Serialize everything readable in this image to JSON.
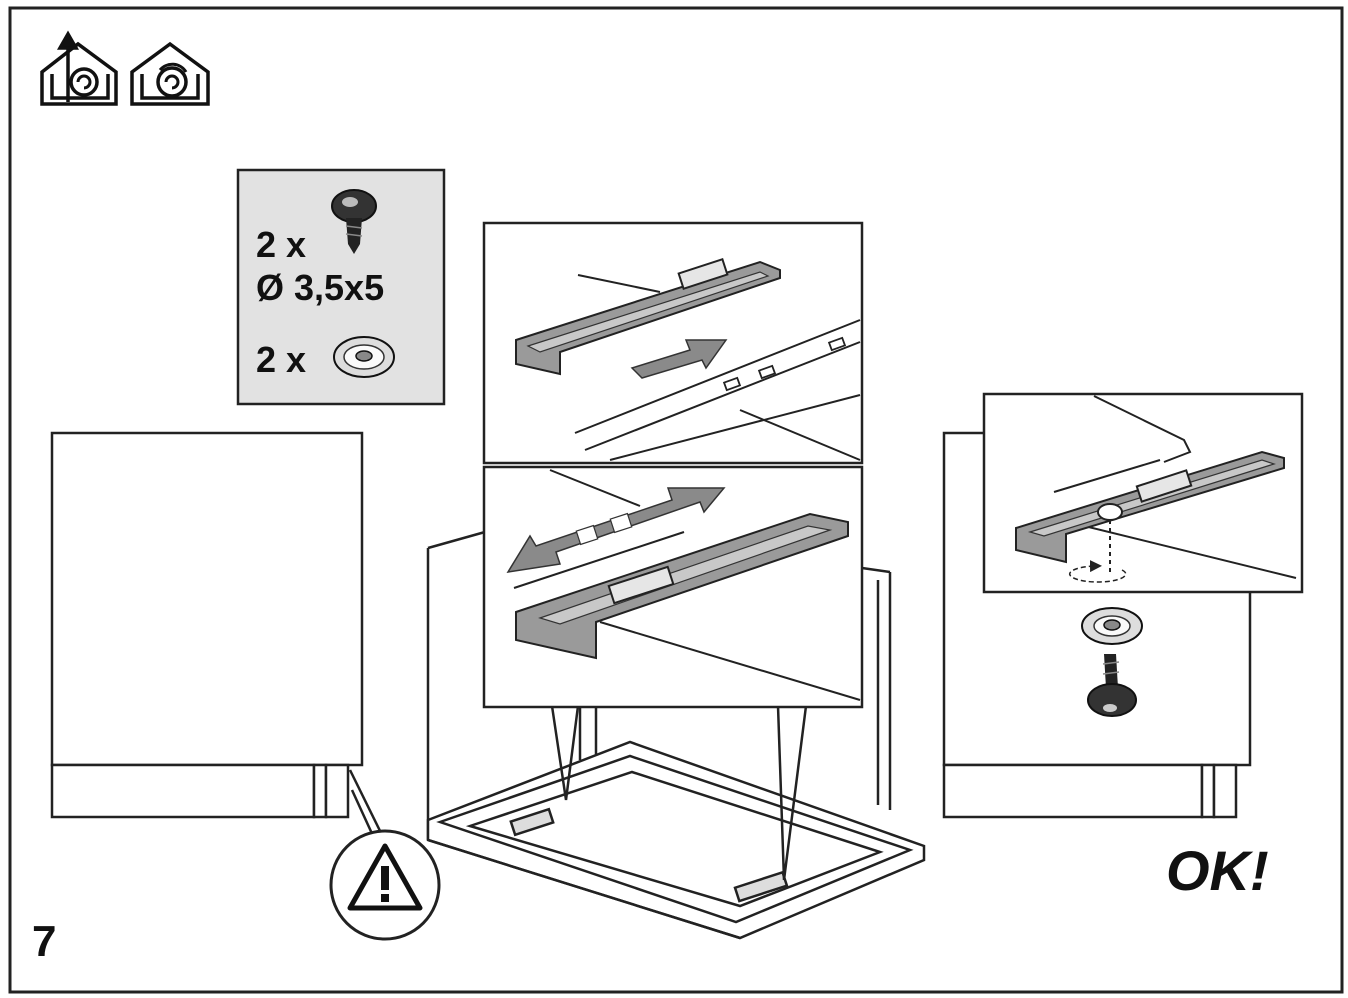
{
  "step": {
    "number": "7"
  },
  "icons": {
    "mode_icons": [
      "ducted-extraction-icon",
      "recirculation-icon"
    ],
    "warning": "warning-triangle-icon"
  },
  "parts": {
    "screw_qty": "2 x",
    "screw_size": "Ø 3,5x5",
    "washer_qty": "2 x"
  },
  "result": {
    "ok_label": "OK!"
  },
  "colors": {
    "line": "#222222",
    "panel_grey": "#e2e2e2",
    "part_grey": "#9a9a9a",
    "arrow_grey": "#8a8a8a"
  }
}
